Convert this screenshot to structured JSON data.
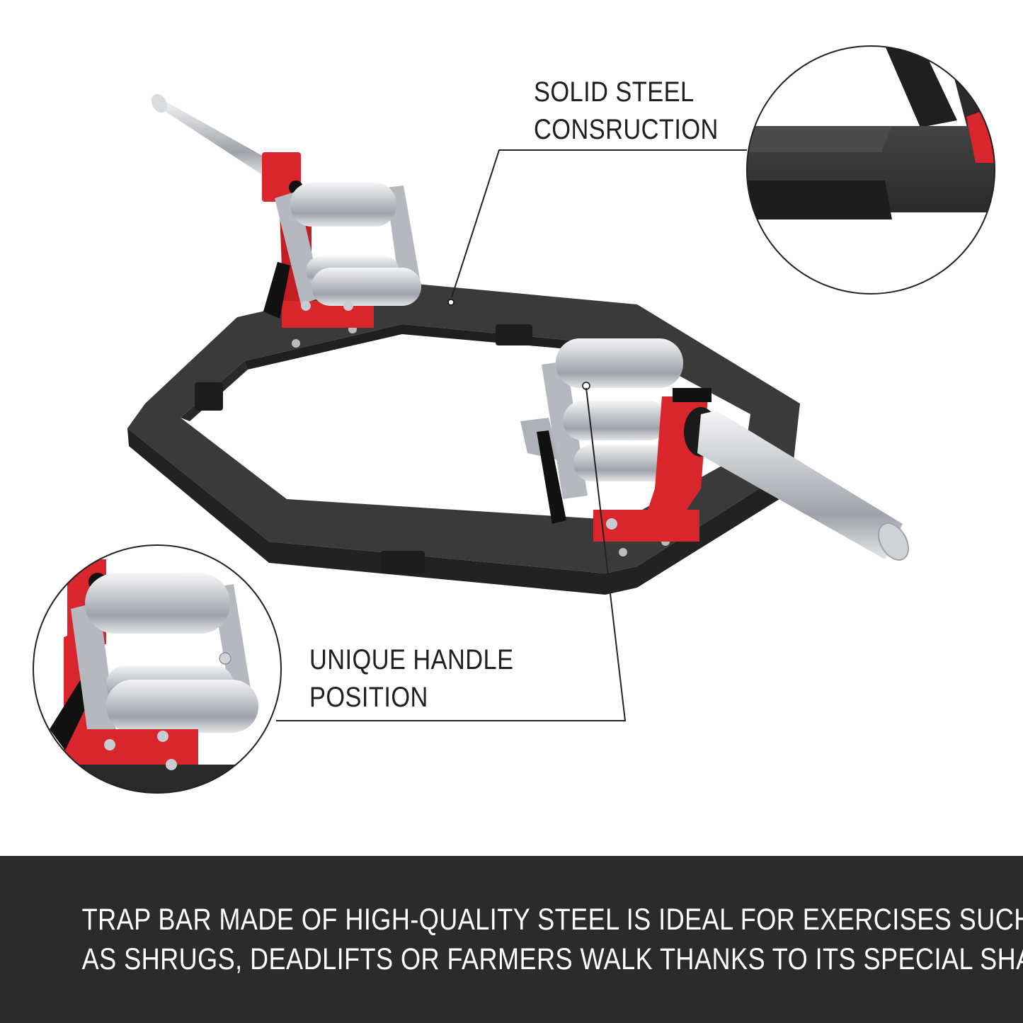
{
  "callouts": {
    "steel": {
      "line1": "SOLID STEEL",
      "line2": "CONSRUCTION"
    },
    "handle": {
      "line1": "UNIQUE HANDLE",
      "line2": "POSITION"
    }
  },
  "banner": {
    "line1": "TRAP BAR MADE OF HIGH-QUALITY STEEL IS IDEAL FOR EXERCISES SUCH",
    "line2": "AS SHRUGS, DEADLIFTS OR FARMERS WALK THANKS TO ITS SPECIAL SHAPE"
  },
  "colors": {
    "frame": "#333333",
    "accent_red": "#d9262c",
    "chrome": "#c9ccd1",
    "banner_bg": "#2b2b2b",
    "text_dark": "#1f1f1f",
    "text_light": "#ffffff"
  }
}
